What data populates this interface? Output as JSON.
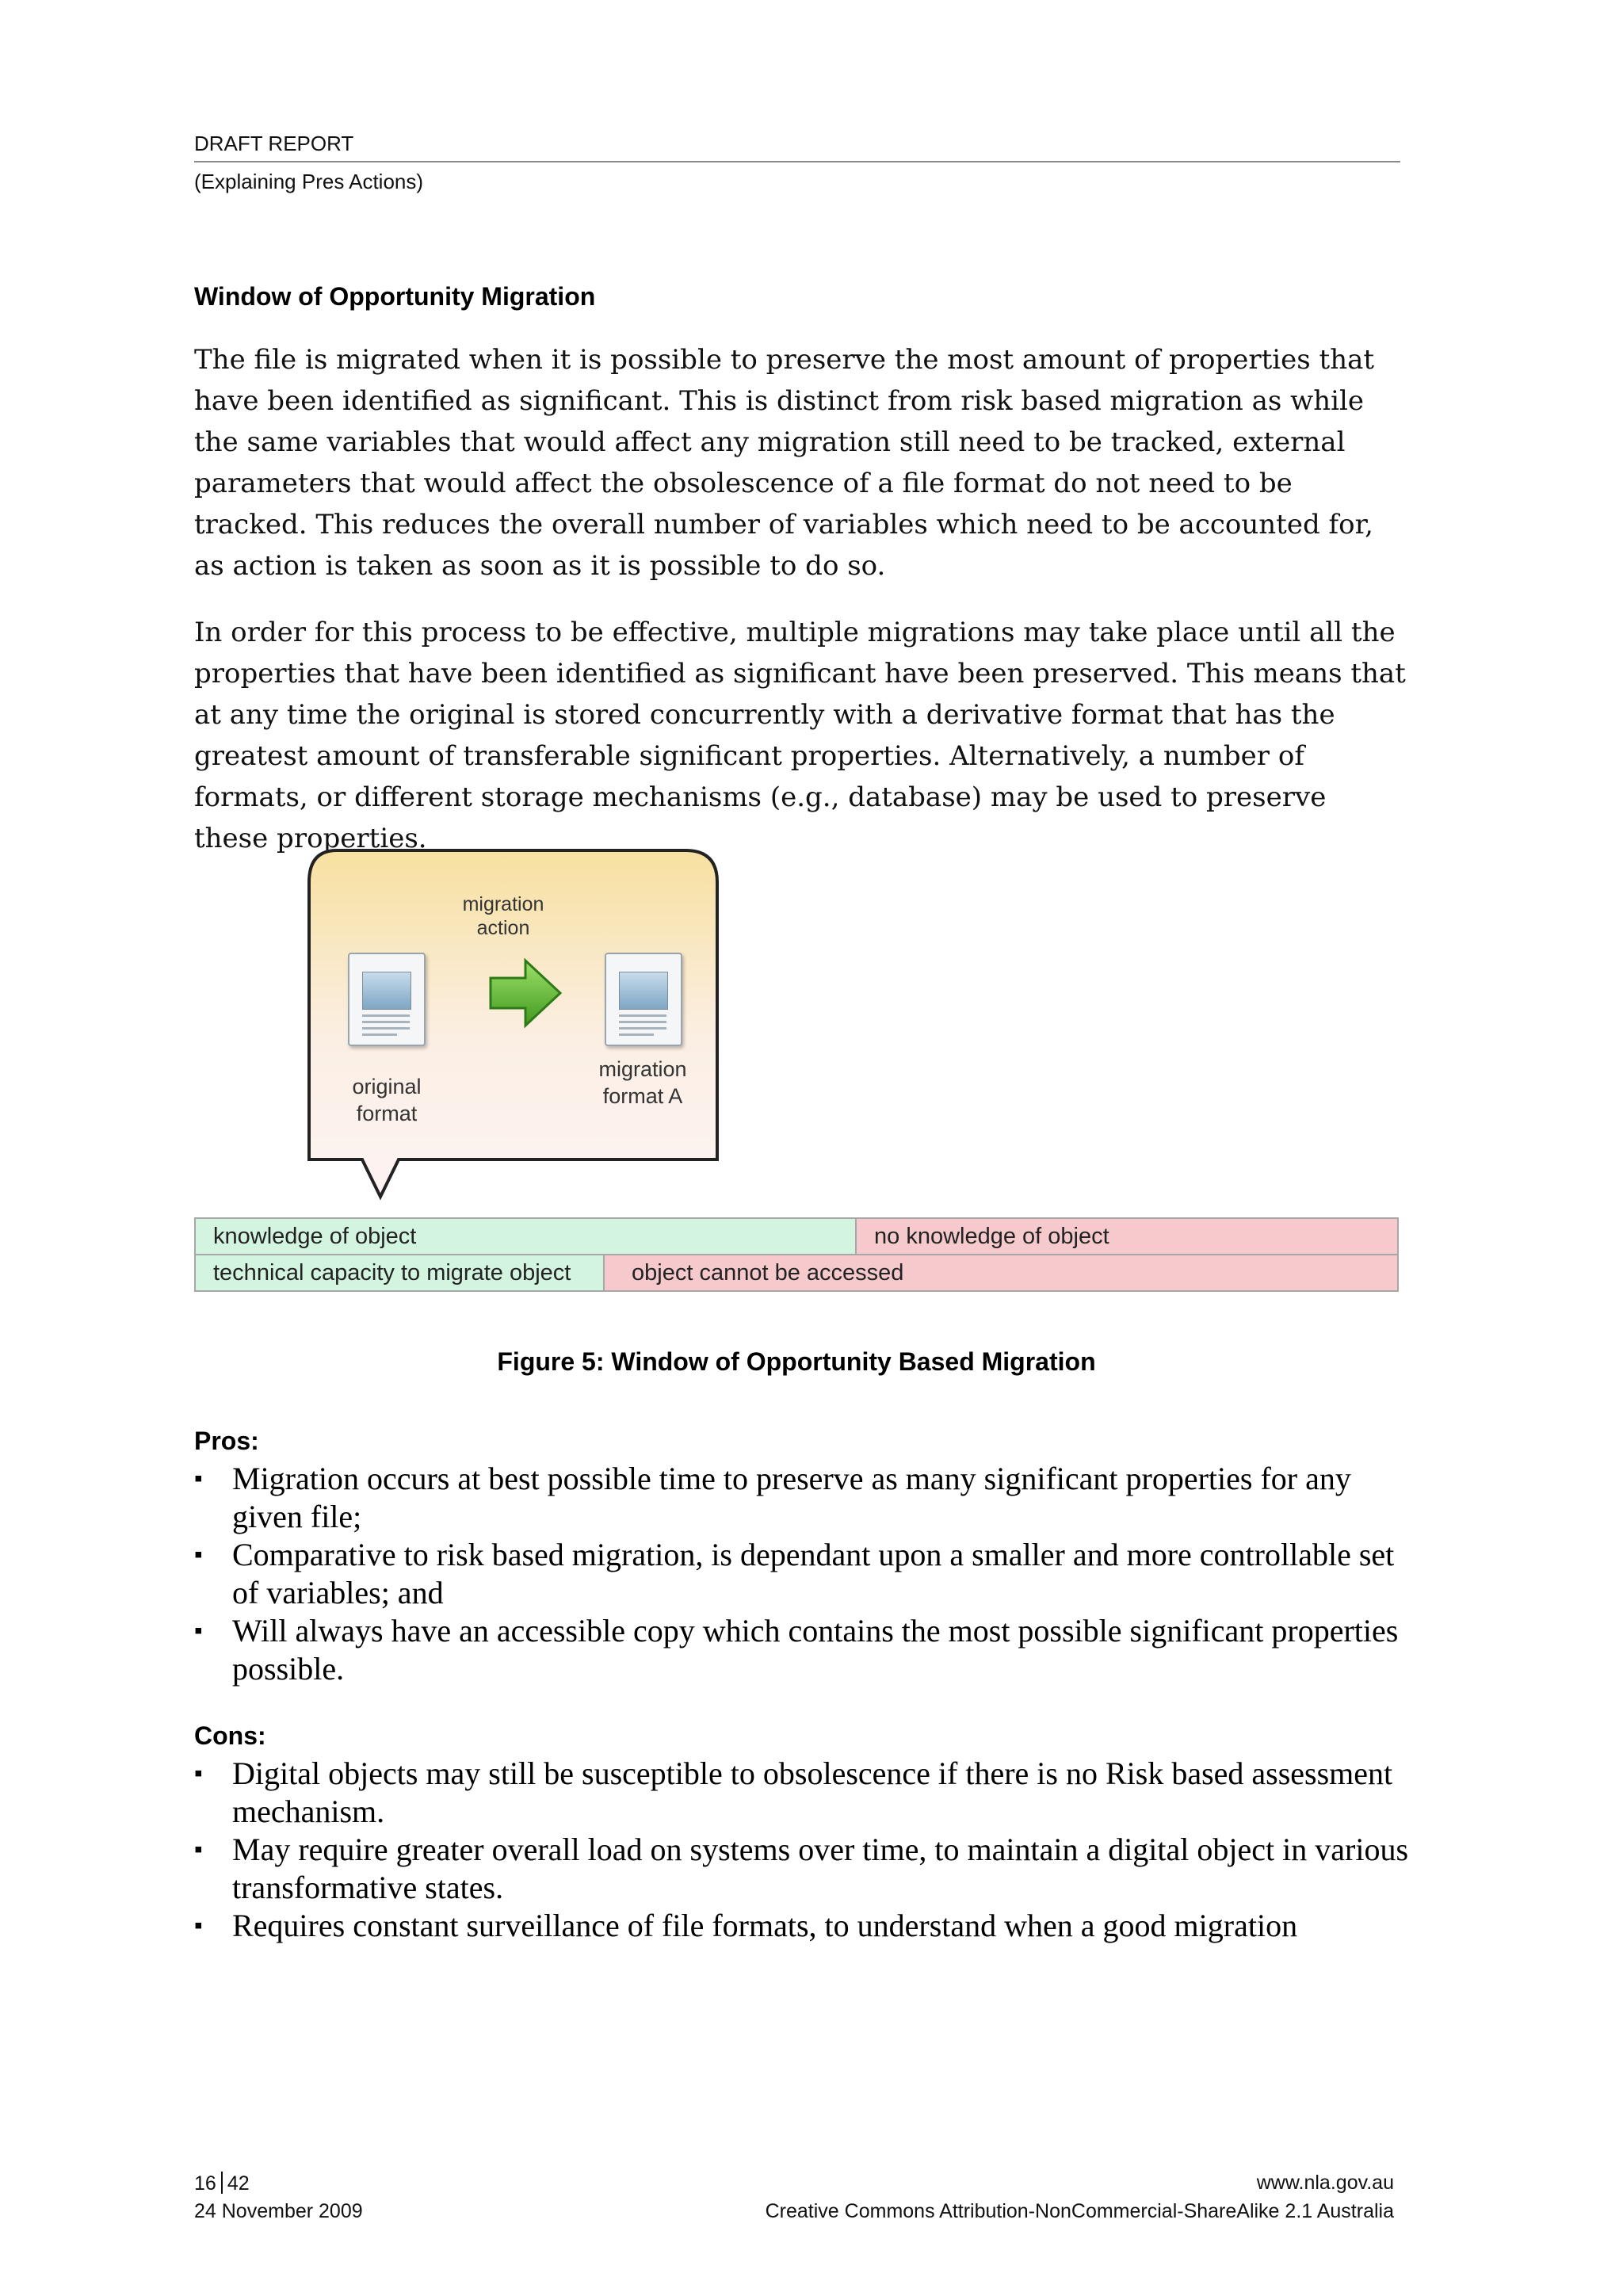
{
  "header": {
    "title": "DRAFT REPORT",
    "subtitle": "(Explaining Pres Actions)"
  },
  "section": {
    "heading": "Window of Opportunity Migration",
    "para1": "The file is migrated when it is possible to preserve the most amount of properties that have been identified as significant. This is distinct from risk based migration as while the same variables that would affect any migration still need to be tracked, external parameters that would affect the obsolescence of a file format do not need to be tracked. This reduces the overall number of variables which need to be accounted for, as action is taken as soon as it is possible to do so.",
    "para2": "In order for this process to be effective, multiple migrations may take place until all the properties that have been identified as significant have been preserved. This means that at any time the original is stored concurrently with a derivative format that has the greatest amount of transferable significant properties. Alternatively, a number of formats, or different storage mechanisms (e.g., database) may be used to preserve these properties."
  },
  "figure": {
    "action_label": "migration action",
    "original_label": "original format",
    "migrated_label": "migration format A",
    "knowledge": "knowledge of object",
    "no_knowledge": "no knowledge of object",
    "capacity": "technical capacity to migrate object",
    "cannot_access": "object cannot be accessed",
    "caption": "Figure 5: Window of Opportunity Based Migration"
  },
  "pros": {
    "heading": "Pros:",
    "items": [
      "Migration occurs at best possible time to preserve as many significant properties for any given file;",
      "Comparative to risk based migration, is dependant upon a smaller and more controllable set of variables; and",
      "Will always have an accessible copy which contains the most possible significant properties possible."
    ]
  },
  "cons": {
    "heading": "Cons:",
    "items": [
      "Digital objects may still be susceptible to obsolescence if there is no Risk based assessment mechanism.",
      "May require greater overall load on systems over time, to maintain a digital object in various transformative states.",
      "Requires constant surveillance of file formats, to understand when a good migration"
    ]
  },
  "footer": {
    "page": "16",
    "total": "42",
    "date": "24 November 2009",
    "url": "www.nla.gov.au",
    "license": "Creative Commons Attribution-NonCommercial-ShareAlike 2.1 Australia"
  }
}
